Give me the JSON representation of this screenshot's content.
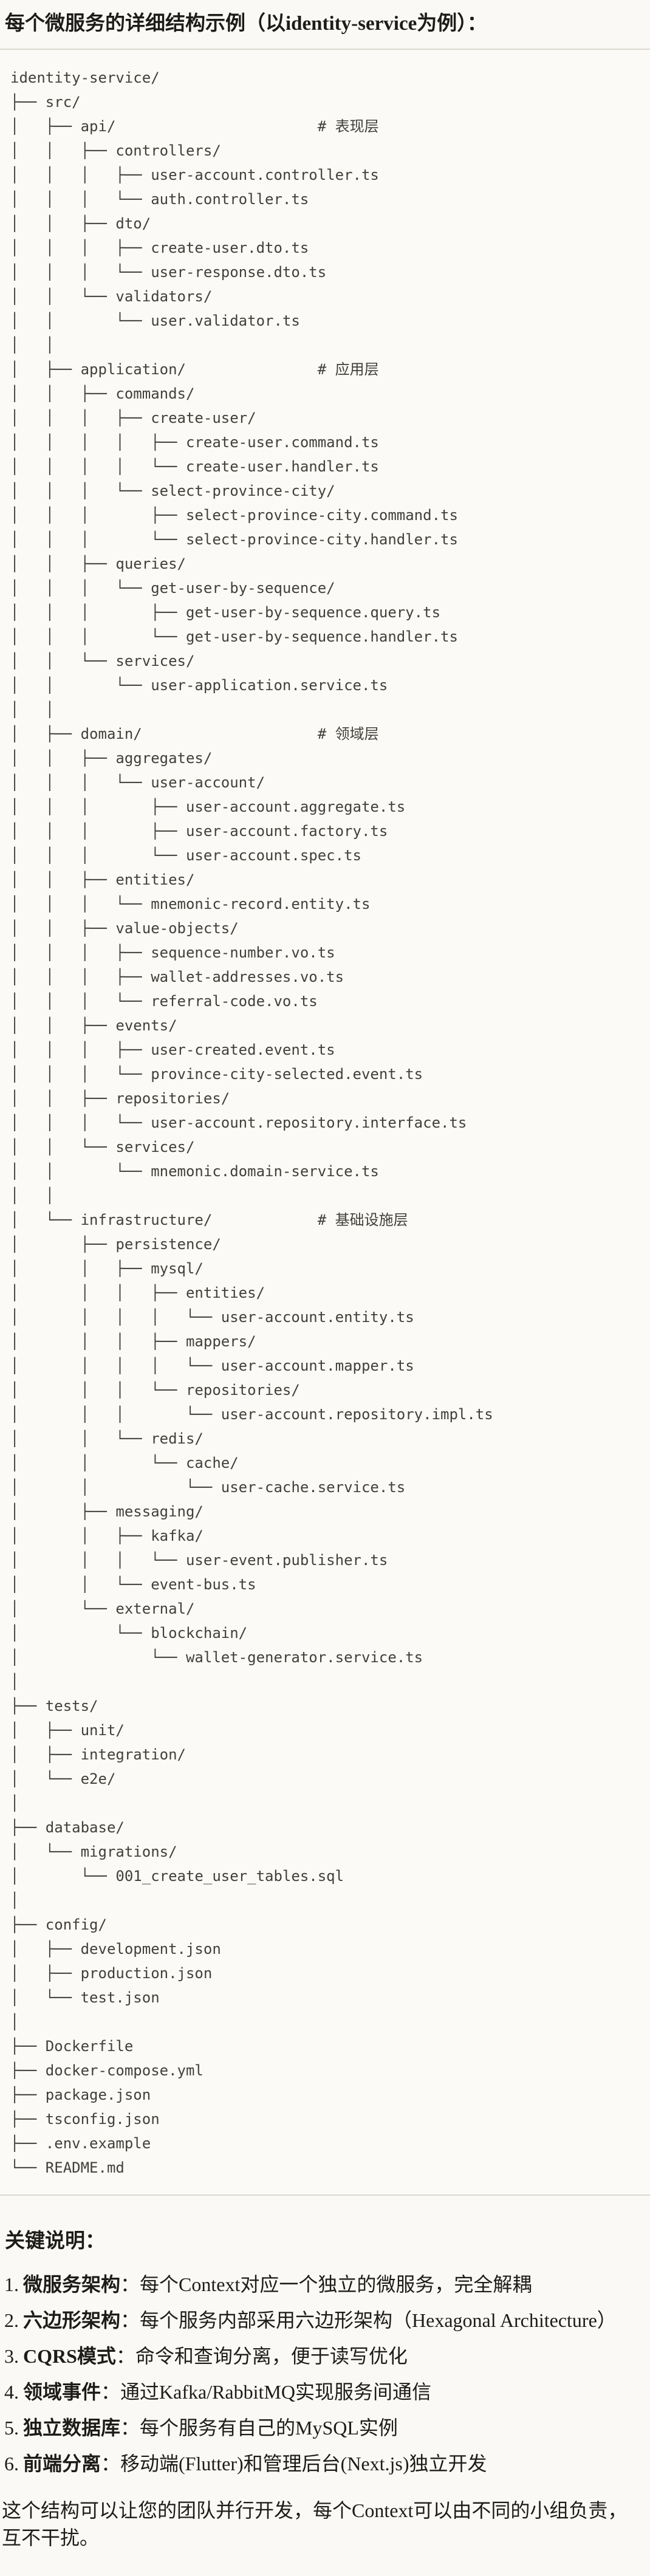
{
  "page": {
    "title": "每个微服务的详细结构示例（以identity-service为例）：",
    "notes_heading": "关键说明：",
    "closing": "这个结构可以让您的团队并行开发，每个Context可以由不同的小组负责，互不干扰。"
  },
  "tree": {
    "language": "text",
    "root": "identity-service/",
    "layer_comments": [
      "# 表现层",
      "# 应用层",
      "# 领域层",
      "# 基础设施层"
    ],
    "lines": [
      "identity-service/",
      "├── src/",
      "│   ├── api/                       # 表现层",
      "│   │   ├── controllers/",
      "│   │   │   ├── user-account.controller.ts",
      "│   │   │   └── auth.controller.ts",
      "│   │   ├── dto/",
      "│   │   │   ├── create-user.dto.ts",
      "│   │   │   └── user-response.dto.ts",
      "│   │   └── validators/",
      "│   │       └── user.validator.ts",
      "│   │",
      "│   ├── application/               # 应用层",
      "│   │   ├── commands/",
      "│   │   │   ├── create-user/",
      "│   │   │   │   ├── create-user.command.ts",
      "│   │   │   │   └── create-user.handler.ts",
      "│   │   │   └── select-province-city/",
      "│   │   │       ├── select-province-city.command.ts",
      "│   │   │       └── select-province-city.handler.ts",
      "│   │   ├── queries/",
      "│   │   │   └── get-user-by-sequence/",
      "│   │   │       ├── get-user-by-sequence.query.ts",
      "│   │   │       └── get-user-by-sequence.handler.ts",
      "│   │   └── services/",
      "│   │       └── user-application.service.ts",
      "│   │",
      "│   ├── domain/                    # 领域层",
      "│   │   ├── aggregates/",
      "│   │   │   └── user-account/",
      "│   │   │       ├── user-account.aggregate.ts",
      "│   │   │       ├── user-account.factory.ts",
      "│   │   │       └── user-account.spec.ts",
      "│   │   ├── entities/",
      "│   │   │   └── mnemonic-record.entity.ts",
      "│   │   ├── value-objects/",
      "│   │   │   ├── sequence-number.vo.ts",
      "│   │   │   ├── wallet-addresses.vo.ts",
      "│   │   │   └── referral-code.vo.ts",
      "│   │   ├── events/",
      "│   │   │   ├── user-created.event.ts",
      "│   │   │   └── province-city-selected.event.ts",
      "│   │   ├── repositories/",
      "│   │   │   └── user-account.repository.interface.ts",
      "│   │   └── services/",
      "│   │       └── mnemonic.domain-service.ts",
      "│   │",
      "│   └── infrastructure/            # 基础设施层",
      "│       ├── persistence/",
      "│       │   ├── mysql/",
      "│       │   │   ├── entities/",
      "│       │   │   │   └── user-account.entity.ts",
      "│       │   │   ├── mappers/",
      "│       │   │   │   └── user-account.mapper.ts",
      "│       │   │   └── repositories/",
      "│       │   │       └── user-account.repository.impl.ts",
      "│       │   └── redis/",
      "│       │       └── cache/",
      "│       │           └── user-cache.service.ts",
      "│       ├── messaging/",
      "│       │   ├── kafka/",
      "│       │   │   └── user-event.publisher.ts",
      "│       │   └── event-bus.ts",
      "│       └── external/",
      "│           └── blockchain/",
      "│               └── wallet-generator.service.ts",
      "│",
      "├── tests/",
      "│   ├── unit/",
      "│   ├── integration/",
      "│   └── e2e/",
      "│",
      "├── database/",
      "│   └── migrations/",
      "│       └── 001_create_user_tables.sql",
      "│",
      "├── config/",
      "│   ├── development.json",
      "│   ├── production.json",
      "│   └── test.json",
      "│",
      "├── Dockerfile",
      "├── docker-compose.yml",
      "├── package.json",
      "├── tsconfig.json",
      "├── .env.example",
      "└── README.md"
    ]
  },
  "notes": {
    "items": [
      {
        "num": "1.",
        "label": "微服务架构",
        "text": "：每个Context对应一个独立的微服务，完全解耦"
      },
      {
        "num": "2.",
        "label": "六边形架构",
        "text": "：每个服务内部采用六边形架构（Hexagonal Architecture）"
      },
      {
        "num": "3.",
        "label": "CQRS模式",
        "text": "：命令和查询分离，便于读写优化"
      },
      {
        "num": "4.",
        "label": "领域事件",
        "text": "：通过Kafka/RabbitMQ实现服务间通信"
      },
      {
        "num": "5.",
        "label": "独立数据库",
        "text": "：每个服务有自己的MySQL实例"
      },
      {
        "num": "6.",
        "label": "前端分离",
        "text": "：移动端(Flutter)和管理后台(Next.js)独立开发"
      }
    ]
  }
}
